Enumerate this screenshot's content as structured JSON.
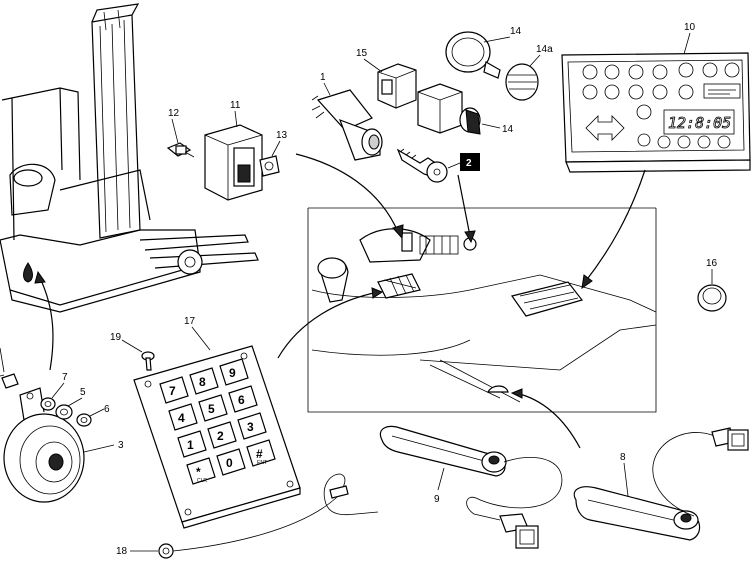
{
  "callouts": {
    "c1": "1",
    "c2": "2",
    "c3": "3",
    "c5": "5",
    "c6": "6",
    "c7": "7",
    "c8": "8",
    "c9": "9",
    "c10": "10",
    "c11": "11",
    "c12": "12",
    "c13": "13",
    "c14a": "14",
    "c14b": "14",
    "c14c": "14a",
    "c15": "15",
    "c16": "16",
    "c17": "17",
    "c18": "18",
    "c19": "19"
  },
  "keypad": {
    "keys": [
      "7",
      "8",
      "9",
      "4",
      "5",
      "6",
      "1",
      "2",
      "3",
      "*",
      "0",
      "#"
    ],
    "subs": [
      "",
      "",
      "",
      "",
      "",
      "",
      "",
      "",
      "",
      "CLR",
      "",
      "ENT"
    ]
  },
  "display": {
    "readout": "12:8:05"
  }
}
